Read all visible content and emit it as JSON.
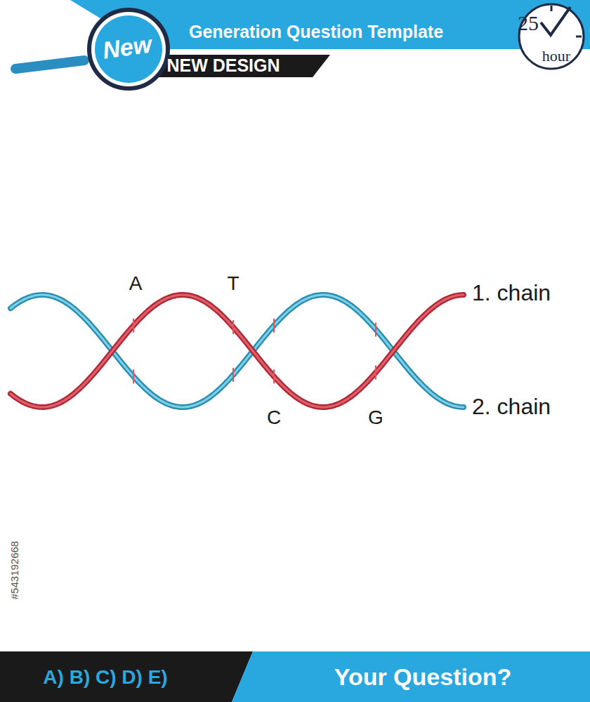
{
  "diagram": {
    "labels": [
      "New",
      "Generation Question Template",
      "NEW DESIGN",
      "25",
      "hour",
      "A",
      "T",
      "C",
      "G",
      "1. chain",
      "2. chain",
      "#543192668",
      "A) B) C) D) E)",
      "Your Question?"
    ]
  }
}
